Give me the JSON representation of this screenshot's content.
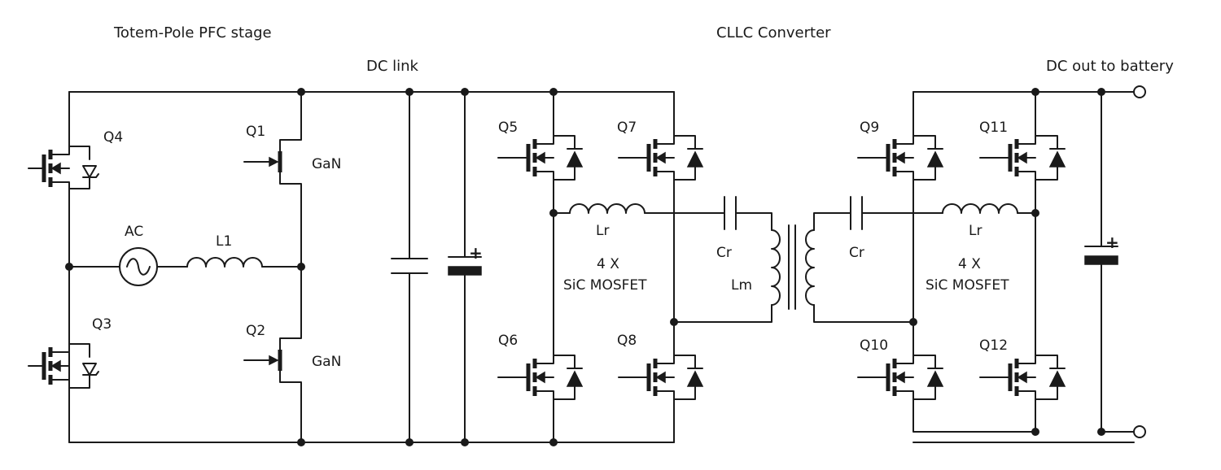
{
  "titles": {
    "pfc_stage": "Totem-Pole PFC stage",
    "dc_link": "DC link",
    "cllc": "CLLC Converter",
    "dc_out": "DC out to battery"
  },
  "components": {
    "q1": "Q1",
    "q2": "Q2",
    "q3": "Q3",
    "q4": "Q4",
    "q5": "Q5",
    "q6": "Q6",
    "q7": "Q7",
    "q8": "Q8",
    "q9": "Q9",
    "q10": "Q10",
    "q11": "Q11",
    "q12": "Q12",
    "gan_upper": "GaN",
    "gan_lower": "GaN",
    "ac_source": "AC",
    "l1": "L1",
    "lr_primary": "Lr",
    "lr_secondary": "Lr",
    "cr_primary": "Cr",
    "cr_secondary": "Cr",
    "lm": "Lm",
    "bridge_primary_line1": "4 X",
    "bridge_primary_line2": "SiC MOSFET",
    "bridge_secondary_line1": "4 X",
    "bridge_secondary_line2": "SiC MOSFET",
    "plus_primary": "+",
    "plus_secondary": "+"
  }
}
